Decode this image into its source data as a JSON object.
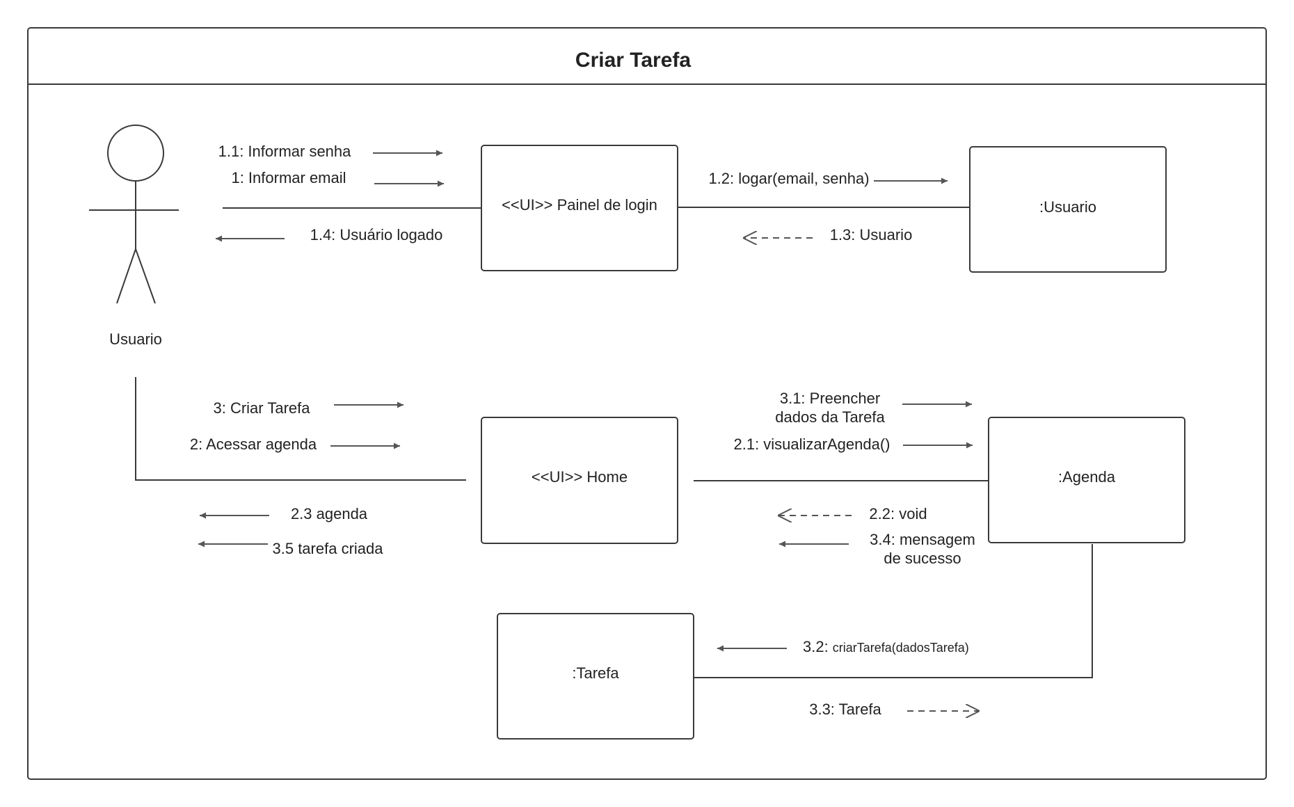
{
  "title": "Criar Tarefa",
  "actor": {
    "name": "Usuario"
  },
  "objects": {
    "painel_login": "<<UI>> Painel de login",
    "usuario": ":Usuario",
    "home": "<<UI>> Home",
    "agenda": ":Agenda",
    "tarefa": ":Tarefa"
  },
  "messages": {
    "m1_1": "1.1: Informar senha",
    "m1": "1: Informar email",
    "m1_4": "1.4: Usuário logado",
    "m1_2": "1.2: logar(email, senha)",
    "m1_3": "1.3: Usuario",
    "m3": "3: Criar Tarefa",
    "m2": "2: Acessar agenda",
    "m2_3": "2.3 agenda",
    "m3_5": "3.5 tarefa criada",
    "m3_1_line1": "3.1: Preencher",
    "m3_1_line2": "dados da Tarefa",
    "m2_1": "2.1: visualizarAgenda()",
    "m2_2": "2.2: void",
    "m3_4_line1": "3.4: mensagem",
    "m3_4_line2": "de sucesso",
    "m3_2_prefix": "3.2:",
    "m3_2_call": "criarTarefa(dadosTarefa)",
    "m3_3": "3.3: Tarefa"
  },
  "colors": {
    "line": "#3a3a3a",
    "arrow": "#555555",
    "text": "#222222"
  }
}
